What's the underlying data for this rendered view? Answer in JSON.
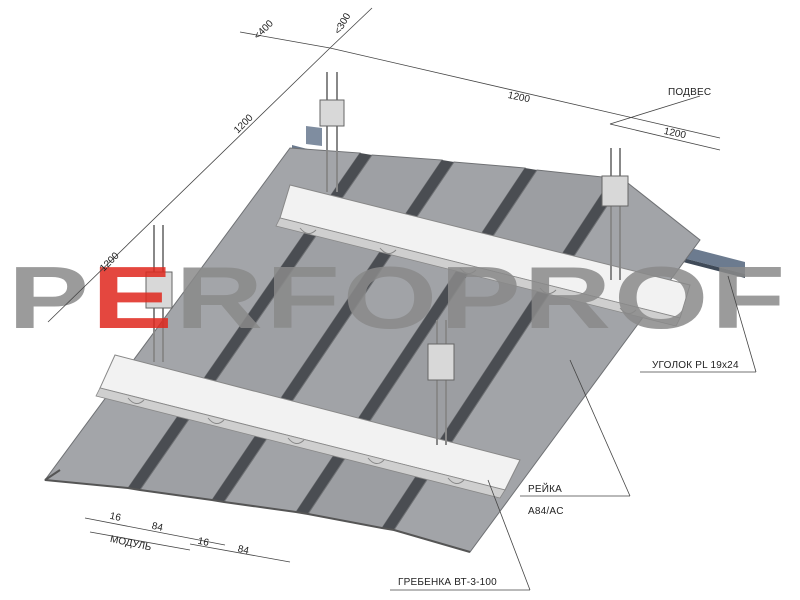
{
  "dimensions": {
    "offset_a": "<400",
    "offset_b": "<300",
    "hanger_spacing_top": "1200",
    "hanger_spacing_side_upper": "1200",
    "hanger_spacing_side_lower": "1200",
    "hanger_spacing_right": "1200",
    "gap_1": "16",
    "panel_1": "84",
    "gap_2": "16",
    "panel_2": "84",
    "module": "МОДУЛЬ"
  },
  "labels": {
    "hanger": "ПОДВЕС",
    "angle": "УГОЛОК PL 19x24",
    "rail_title": "РЕЙКА",
    "rail_code": "A84/AC",
    "comb": "ГРЕБЕНКА  ВТ-3-100"
  },
  "watermark": {
    "text_left": "P",
    "text_accent": "E",
    "text_right": "RFOPROF",
    "color_main": "#8a8a8a",
    "color_accent": "#e0281e"
  },
  "colors": {
    "panel_face": "#9d9fa3",
    "panel_edge": "#6f7174",
    "channel": "#4a4d52",
    "comb": "#eeeeee",
    "angle_profile": "#5f6e82"
  }
}
